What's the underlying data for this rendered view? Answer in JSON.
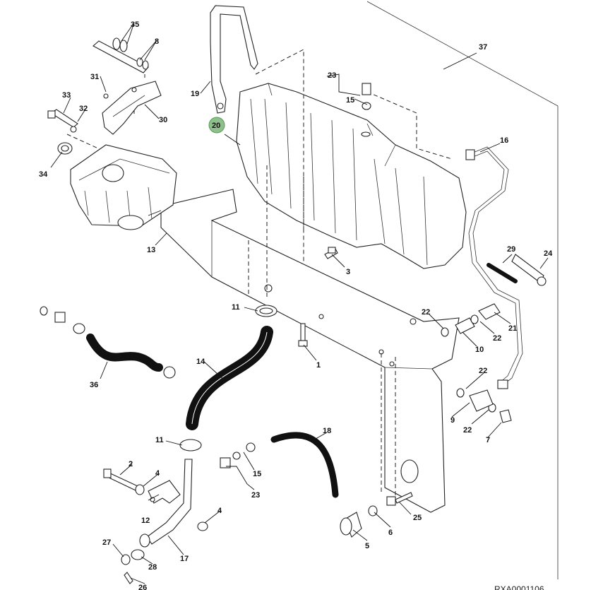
{
  "diagram": {
    "reference_code": "RXA0001106",
    "highlighted_callout": "20",
    "callouts": {
      "c1": "1",
      "c2": "2",
      "c3": "3",
      "c4a": "4",
      "c4b": "4",
      "c5": "5",
      "c6": "6",
      "c7": "7",
      "c8": "8",
      "c9": "9",
      "c10": "10",
      "c11a": "11",
      "c11b": "11",
      "c12": "12",
      "c13": "13",
      "c14": "14",
      "c15a": "15",
      "c15b": "15",
      "c16": "16",
      "c17": "17",
      "c18": "18",
      "c19": "19",
      "c20": "20",
      "c21": "21",
      "c22a": "22",
      "c22b": "22",
      "c22c": "22",
      "c22d": "22",
      "c23a": "23",
      "c23b": "23",
      "c24": "24",
      "c25": "25",
      "c26": "26",
      "c27": "27",
      "c28": "28",
      "c29": "29",
      "c30": "30",
      "c31": "31",
      "c32": "32",
      "c33": "33",
      "c34": "34",
      "c35": "35",
      "c36": "36",
      "c37": "37"
    }
  }
}
